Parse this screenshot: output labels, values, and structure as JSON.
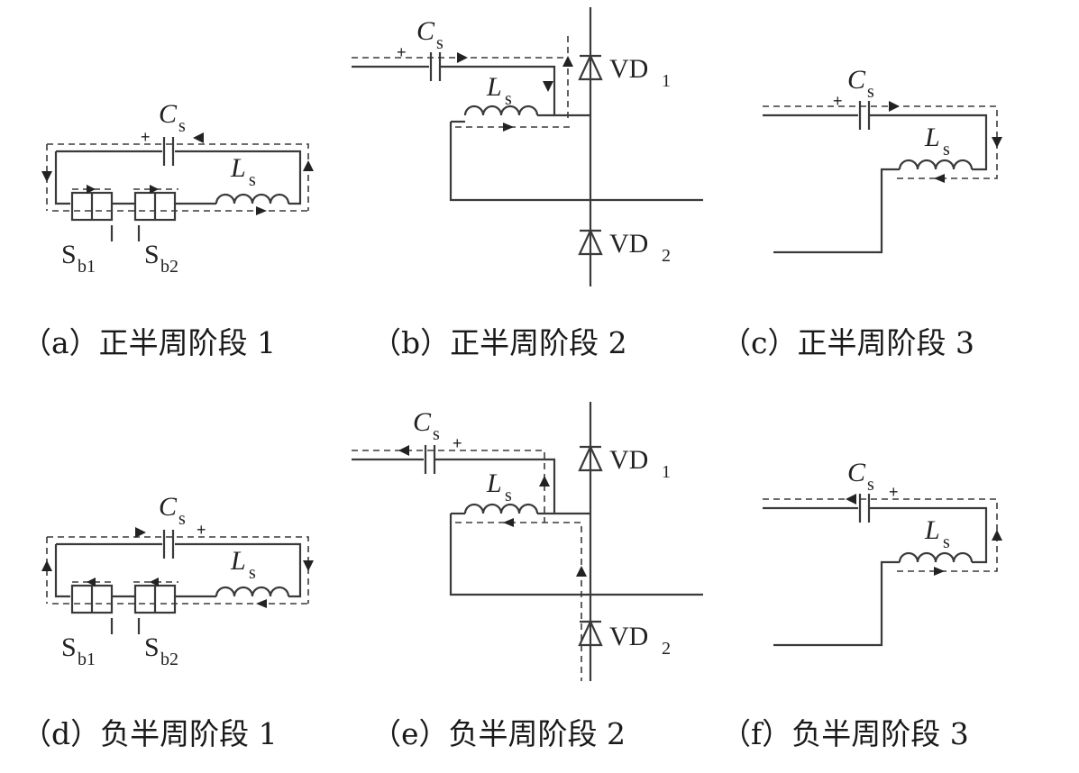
{
  "captions": {
    "a": "（a）正半周阶段 1",
    "b": "（b）正半周阶段 2",
    "c": "（c）正半周阶段 3",
    "d": "（d）负半周阶段 1",
    "e": "（e）负半周阶段 2",
    "f": "（f）负半周阶段 3"
  },
  "labels": {
    "cap": "C",
    "cap_sub": "s",
    "ind": "L",
    "ind_sub": "s",
    "sw1": "S",
    "sw1_sub": "b1",
    "sw2": "S",
    "sw2_sub": "b2",
    "diode1": "VD",
    "diode1_sub": "1",
    "diode2": "VD",
    "diode2_sub": "2",
    "plus": "+"
  }
}
